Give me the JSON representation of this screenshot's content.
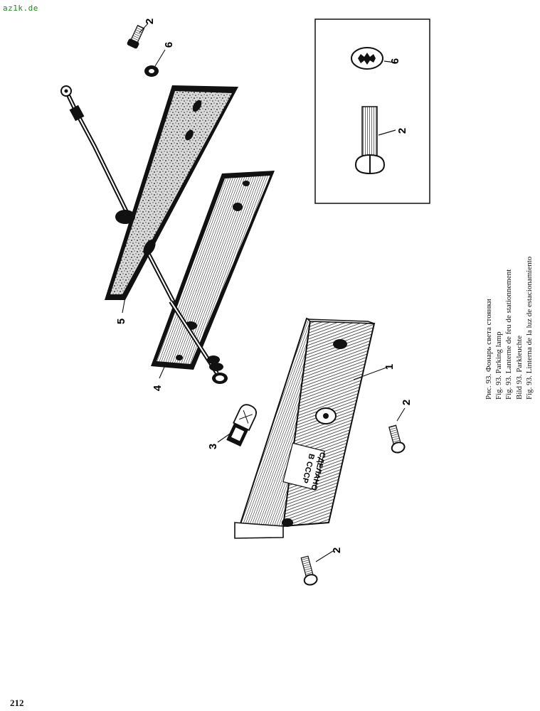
{
  "watermark": "az1k.de",
  "page_number": "212",
  "caption": [
    "Рис. 93. Фонарь света стоянки",
    "Fig. 93. Parking lamp",
    "Fig. 93. Lanterne de feu de stationnement",
    "Bild 93. Parkleuchte",
    "Fig. 93. Linterna de la luz de estacionamiento"
  ],
  "stamp": [
    "СДЕЛАНО",
    "В СССР"
  ],
  "labels": {
    "l1": "1",
    "l2a": "2",
    "l2b": "2",
    "l2c": "2",
    "l2d": "2",
    "l3": "3",
    "l4": "4",
    "l5": "5",
    "l6a": "6",
    "l6b": "6"
  },
  "colors": {
    "ink": "#111111",
    "watermark": "#1a8a1a",
    "paper": "#ffffff"
  }
}
